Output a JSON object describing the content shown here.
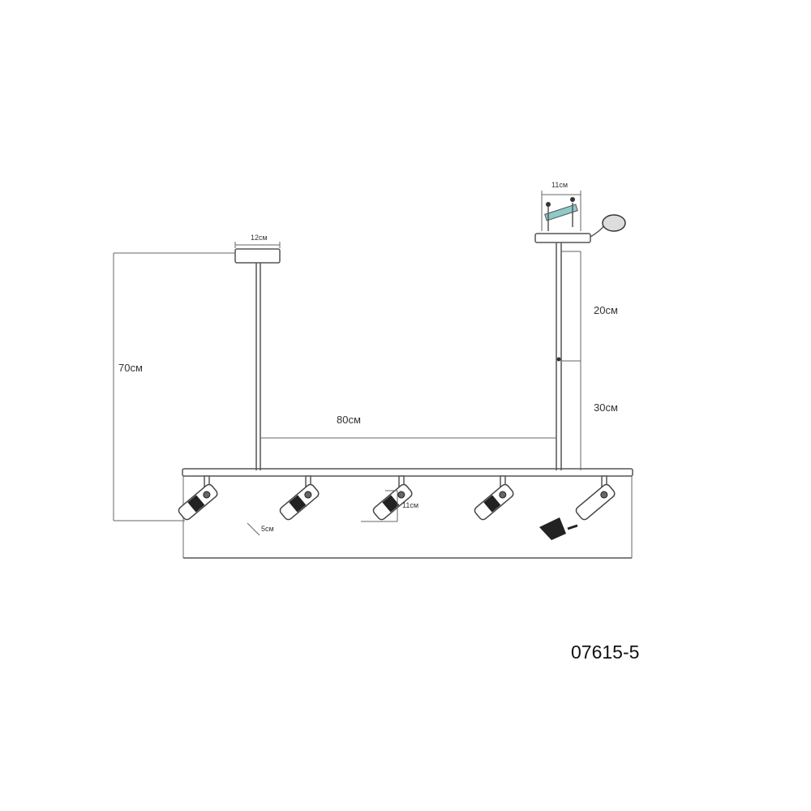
{
  "drawing": {
    "model_code": "07615-5",
    "dimensions": {
      "left_canopy_width": "12см",
      "right_canopy_width": "11см",
      "total_height": "70см",
      "rod_spacing": "80см",
      "upper_rod": "20см",
      "lower_rod": "30см",
      "spot_height": "11см",
      "spot_width": "5см"
    },
    "spotlight_count": 5
  }
}
